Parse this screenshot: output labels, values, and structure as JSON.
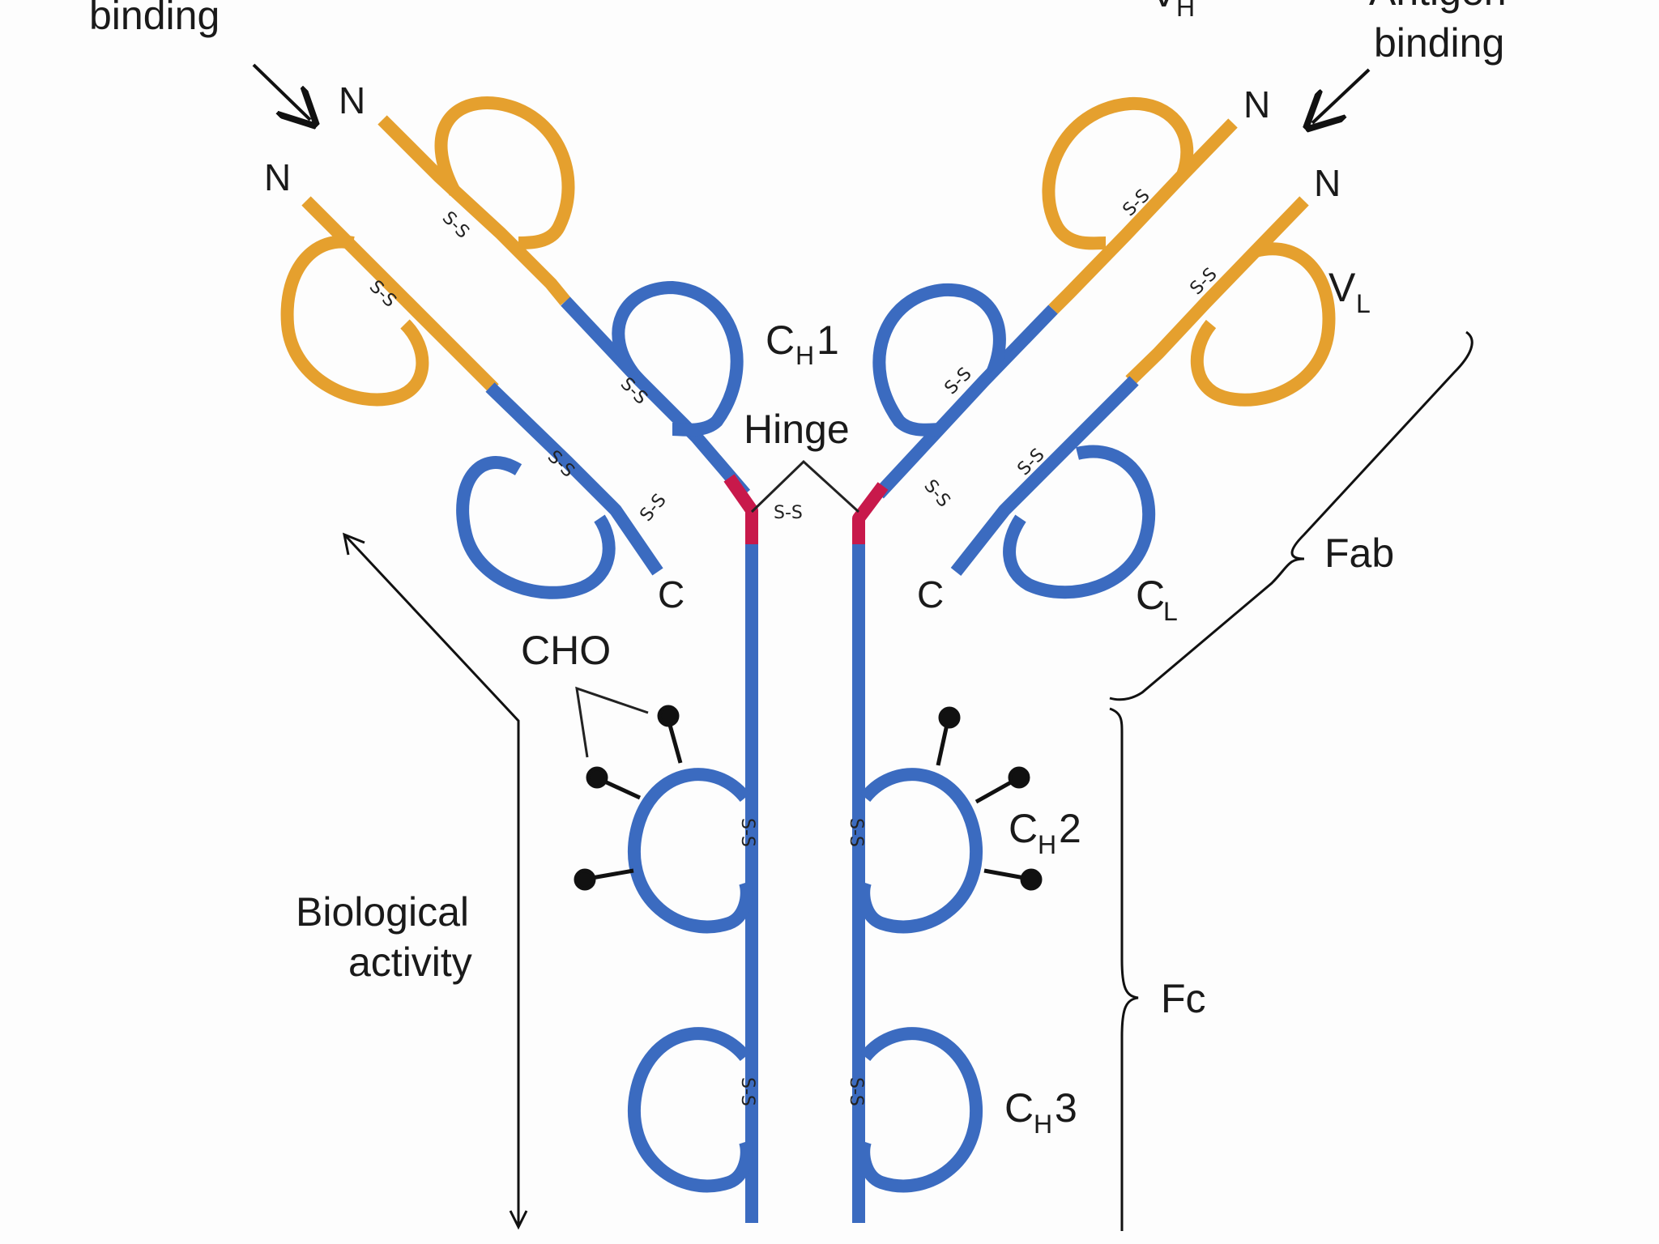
{
  "labels": {
    "antigen_binding_left_line2": "binding",
    "antigen_binding_right_line1": "Antigen",
    "antigen_binding_right_line2": "binding",
    "vh_partial": "V",
    "vh_sub": "H",
    "n_terminus": "N",
    "c_terminus": "C",
    "vl_main": "V",
    "vl_sub": "L",
    "ch1_main": "C",
    "ch1_sub": "H",
    "ch1_num": "1",
    "hinge": "Hinge",
    "fab": "Fab",
    "cl_main": "C",
    "cl_sub": "L",
    "cho": "CHO",
    "ch2_main": "C",
    "ch2_sub": "H",
    "ch2_num": "2",
    "biological_activity_line1": "Biological",
    "biological_activity_line2": "activity",
    "fc": "Fc",
    "ch3_main": "C",
    "ch3_sub": "H",
    "ch3_num": "3",
    "disulfide": "S-S"
  },
  "colors": {
    "variable_domain": "#E5A02E",
    "constant_domain": "#3B6BC0",
    "hinge_region": "#C8194B",
    "text": "#1a1a1a"
  }
}
